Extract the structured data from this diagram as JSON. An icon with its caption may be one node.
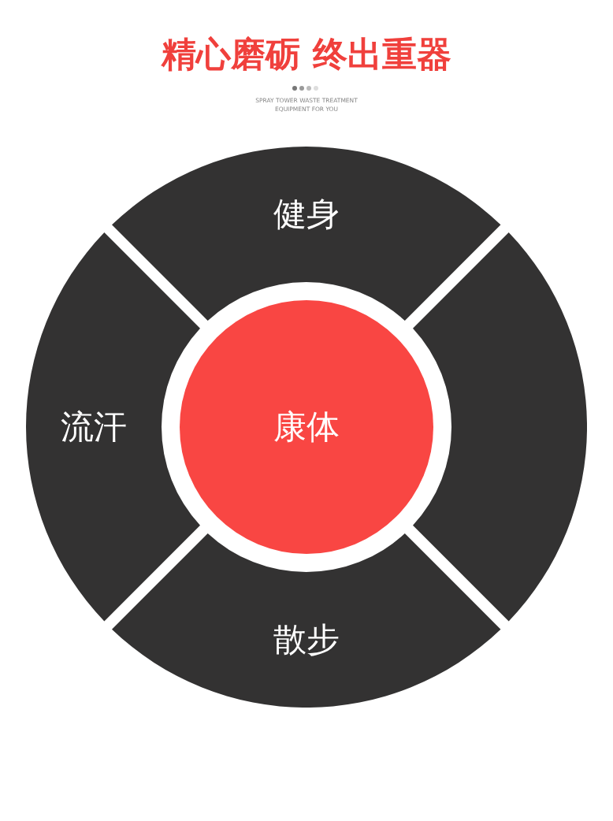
{
  "diagram": {
    "title": "精心磨砺 终出重器",
    "nodes": [
      {
        "text": [
          "健身"
        ]
      },
      {
        "text": [
          "流汗"
        ]
      },
      {
        "text": [
          "康体"
        ]
      },
      {
        "text": [],
        "shape": "sector"
      },
      {
        "text": [
          "散步"
        ]
      }
    ],
    "labels": [
      "SPRAY TOWER WASTE TREATMENT EQUIPMENT FOR YOU"
    ]
  }
}
